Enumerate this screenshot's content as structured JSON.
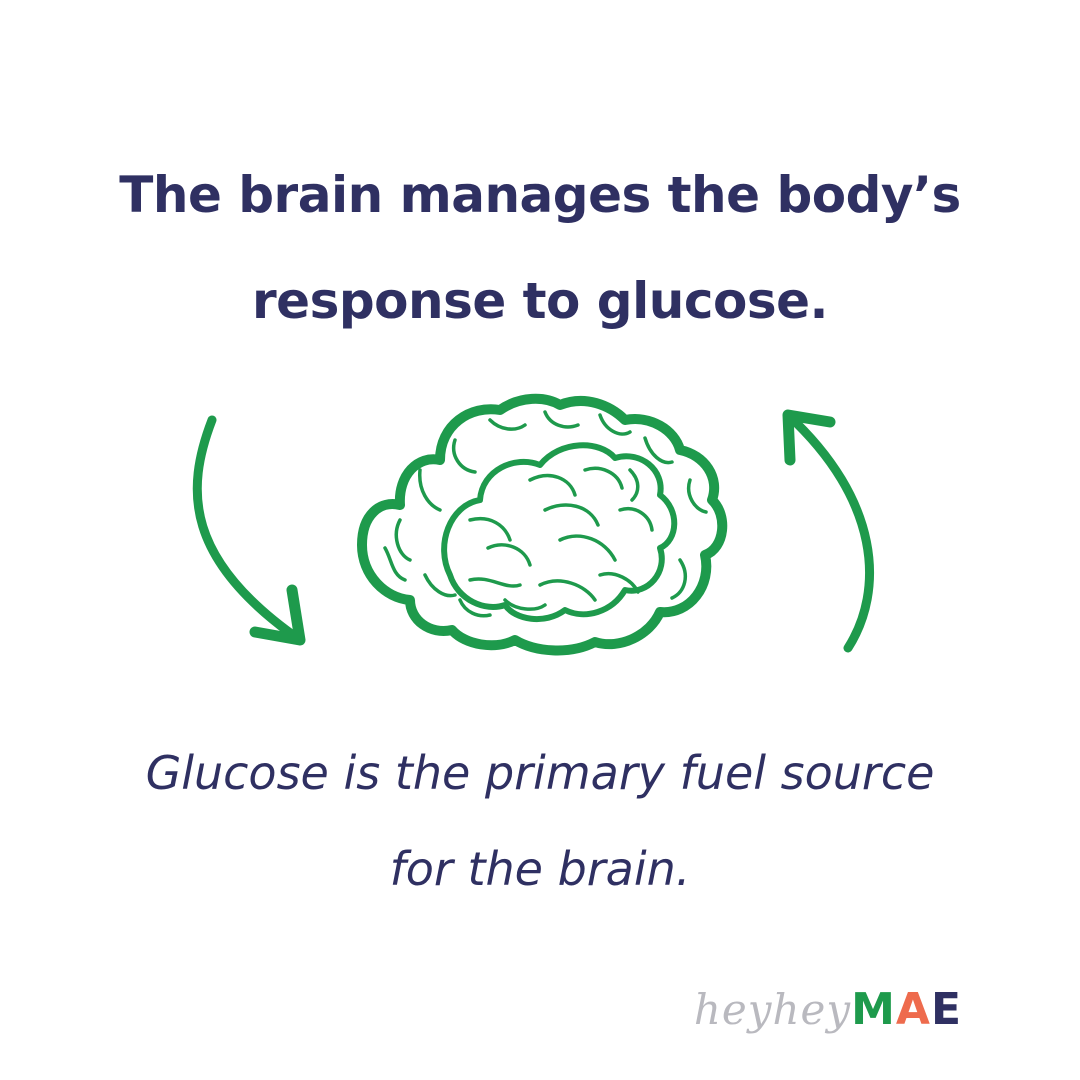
{
  "headline": {
    "line1": "The brain manages the body’s",
    "line2": "response to glucose."
  },
  "caption": {
    "line1": "Glucose is the primary fuel source",
    "line2": "for the brain."
  },
  "logo": {
    "script": "heyhey",
    "letters": [
      "M",
      "A",
      "E"
    ]
  },
  "colors": {
    "text": "#2f3062",
    "accent_green": "#1e9a4c",
    "logo_coral": "#ee6b4d",
    "logo_gray": "#b9b9bf"
  },
  "icons": [
    "brain-icon",
    "arrow-down-curved-icon",
    "arrow-up-curved-icon"
  ]
}
